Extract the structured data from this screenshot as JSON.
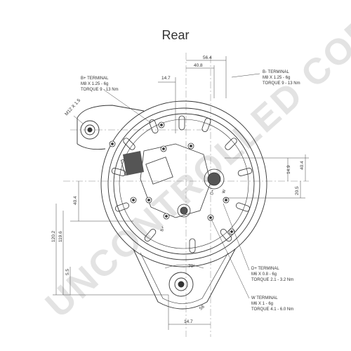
{
  "title": "Rear",
  "watermark": "UNCONTROLLED COPY",
  "terminals": {
    "b_plus_left": {
      "name": "B+ TERMINAL",
      "thread": "M8 X 1.25 - 6g",
      "torque": "TORQUE 9 - 13 Nm"
    },
    "b_minus_right": {
      "name": "B- TERMINAL",
      "thread": "M8 X 1.25 - 6g",
      "torque": "TORQUE 9 - 13 Nm"
    },
    "d_plus": {
      "name": "D+ TERMINAL",
      "thread": "M6 X 0.8 - 6g",
      "torque": "TORQUE 2.1 - 3.2 Nm"
    },
    "w": {
      "name": "W TERMINAL",
      "thread": "M6 X 1 - 6g",
      "torque": "TORQUE 4.1 - 6.0 Nm"
    }
  },
  "mount_thread": "M12 X 1.5",
  "dims": {
    "top_56_4": "56.4",
    "top_40_8": "40.8",
    "top_14_7": "14.7",
    "right_14_9": "14.9",
    "right_40_4": "40.4",
    "right_20_5": "20.5",
    "left_40_4": "40.4",
    "left_120_2": "120.2",
    "left_119_6": "119.6",
    "left_5_5": "5.5",
    "angle_70": "70°",
    "bottom_56": "56",
    "bottom_14_7": "14.7"
  },
  "marks": {
    "b_plus": "B+",
    "d_plus": "D+",
    "w": "W"
  }
}
